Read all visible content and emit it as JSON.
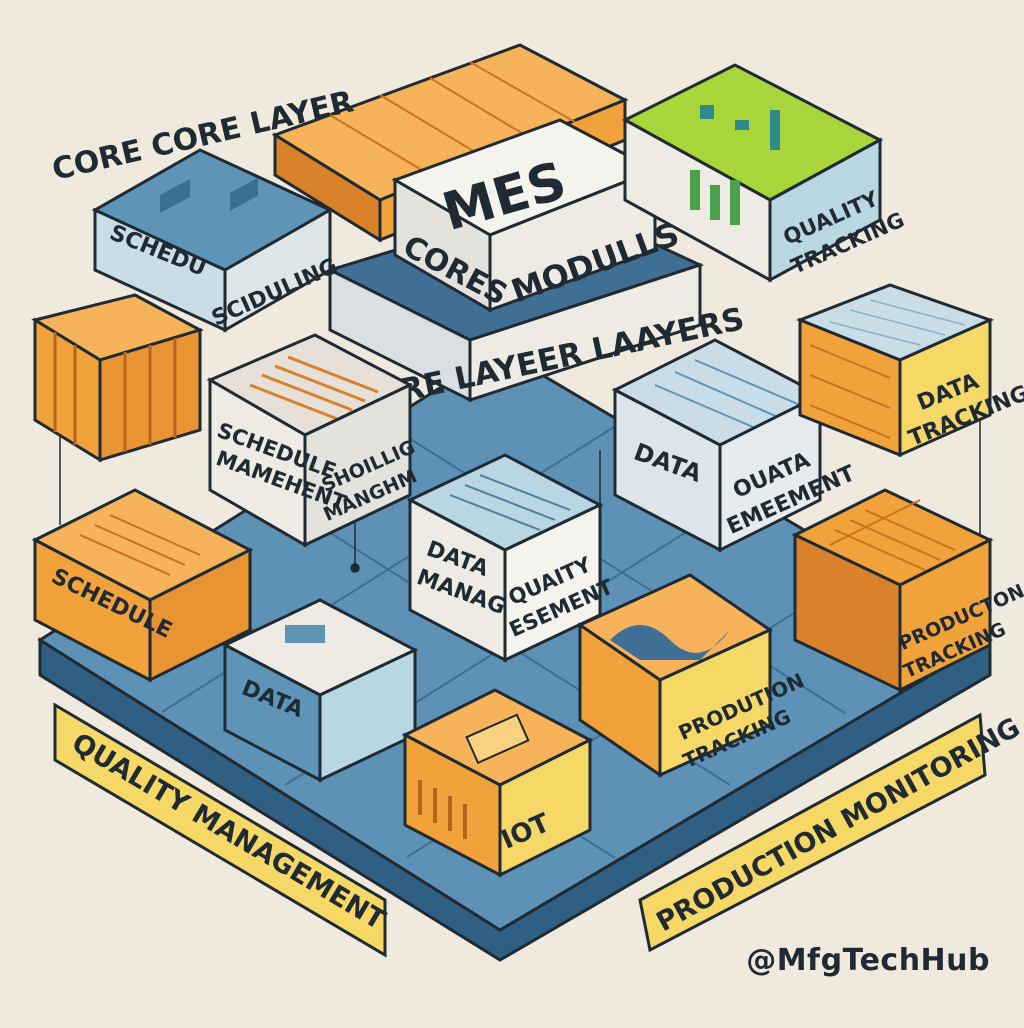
{
  "labels": {
    "core_core_layer": "CORE CORE LAYER",
    "quality_management": "QUALITY MANAGEMENT",
    "production_monitoring": "PRODUCTION MONITORING"
  },
  "modules": {
    "mes_cores_modulls": {
      "line1": "MES",
      "line2": "CORES",
      "line3": "MODULLS"
    },
    "core_layer_laayers": "CORE LAYEER LAAYERS",
    "schedu_sciduling": {
      "left": "SCHEDU",
      "right": "SCIDULING"
    },
    "quality_tracking_top": {
      "line1": "QUALITY",
      "line2": "TRACKING"
    },
    "schedule_mamehent": {
      "l1": "SCHEDULE",
      "l2": "MAMEHENT",
      "r1": "SHOILLIG",
      "r2": "MANGHM"
    },
    "data_ouata": {
      "left": "DATA",
      "r1": "OUATA",
      "r2": "EMEEMENT"
    },
    "data_tracking": {
      "line1": "DATA",
      "line2": "TRACKING"
    },
    "data_manag": {
      "l1": "DATA",
      "l2": "MANAG",
      "r1": "QUAITY",
      "r2": "ESEMENT"
    },
    "schedule": "SCHEDULE",
    "producton_tracking": {
      "line1": "PRODUCTON",
      "line2": "TRACKING"
    },
    "data": "DATA",
    "prodution_tracking": {
      "line1": "PRODUTION",
      "line2": "TRACKING"
    },
    "iot": "IOT"
  },
  "handle": "@MfgTechHub",
  "colors": {
    "background": "#efe9de",
    "platform": "#4a7fa3",
    "orange": "#f2a23a",
    "orange_dark": "#d9822b",
    "blue": "#5e94b8",
    "light_blue": "#b9d6e3",
    "cream": "#eeebe4",
    "yellow_banner": "#f6d866",
    "green_screen": "#a8d53a",
    "ink": "#1f2a33"
  }
}
